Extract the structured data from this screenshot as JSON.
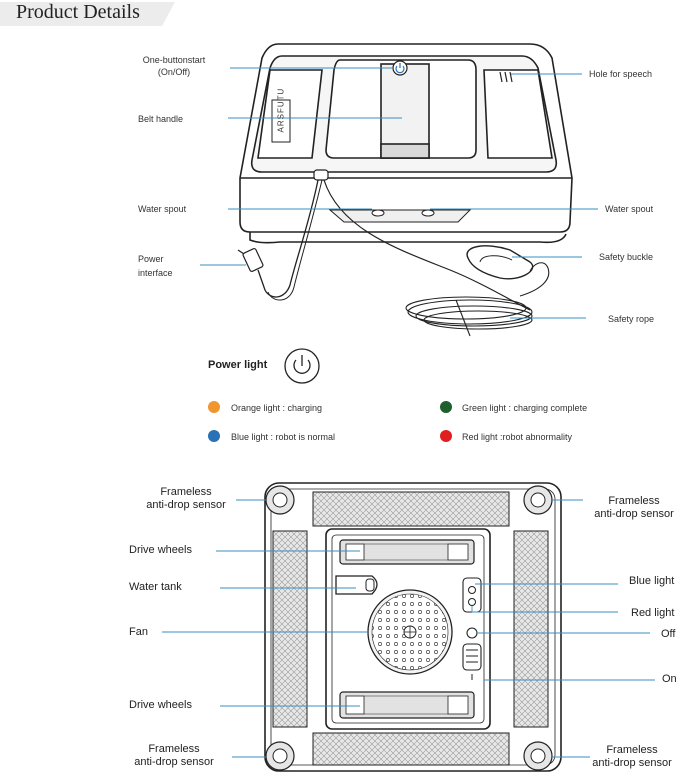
{
  "header": {
    "title": "Product Details"
  },
  "top_labels": {
    "one_button_line1": "One-buttonstart",
    "one_button_line2": "(On/Off)",
    "belt_handle": "Belt handle",
    "water_spout_left": "Water spout",
    "power_interface_line1": "Power",
    "power_interface_line2": "interface",
    "hole_for_speech": "Hole for speech",
    "water_spout_right": "Water spout",
    "safety_buckle": "Safety buckle",
    "safety_rope": "Safety rope",
    "brand_text": "ARSFUTU"
  },
  "power_light": {
    "title": "Power light",
    "items": [
      {
        "label": "Orange light : charging",
        "color": "#f0962e"
      },
      {
        "label": "Green light : charging complete",
        "color": "#1f5f2e"
      },
      {
        "label": "Blue light : robot is normal",
        "color": "#2a72b5"
      },
      {
        "label": "Red light :robot abnormality",
        "color": "#e02020"
      }
    ]
  },
  "bottom_labels": {
    "frameless_tl_line1": "Frameless",
    "frameless_tl_line2": "anti-drop sensor",
    "frameless_tr_line1": "Frameless",
    "frameless_tr_line2": "anti-drop sensor",
    "drive_wheels_top": "Drive wheels",
    "water_tank": "Water tank",
    "fan": "Fan",
    "drive_wheels_bottom": "Drive wheels",
    "frameless_bl_line1": "Frameless",
    "frameless_bl_line2": "anti-drop sensor",
    "frameless_br_line1": "Frameless",
    "frameless_br_line2": "anti-drop sensor",
    "blue_light": "Blue light",
    "red_light": "Red light",
    "off": "Off",
    "on": "On"
  },
  "colors": {
    "leader": "#3a8fc0",
    "outline": "#222222"
  }
}
